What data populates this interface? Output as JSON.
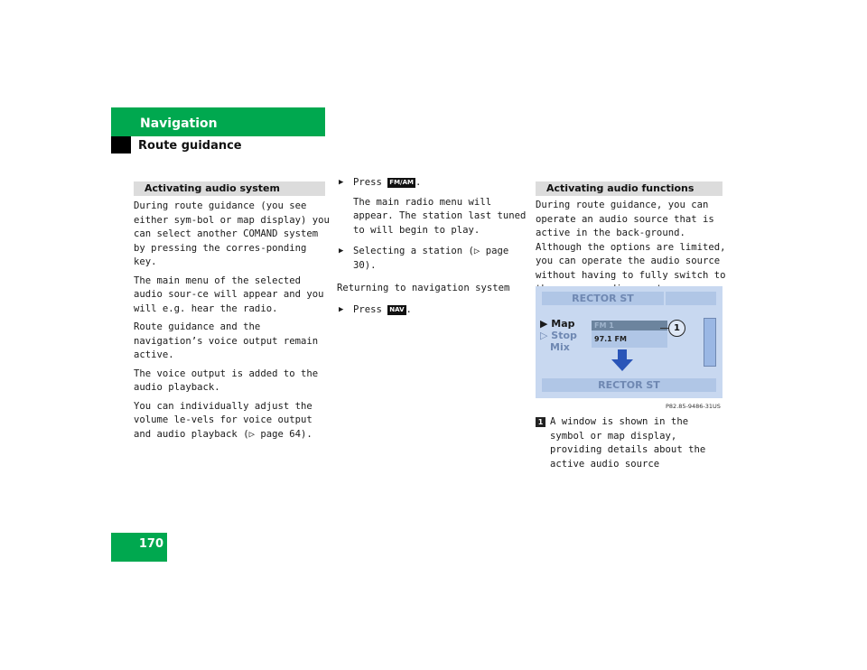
{
  "header": {
    "title": "Navigation",
    "subtitle": "Route guidance"
  },
  "page_number": "170",
  "col1": {
    "heading": "Activating audio system",
    "paragraphs": [
      "During route guidance (you see either sym-bol or map display) you can select another COMAND system by pressing the corres-ponding key.",
      "The main menu of the selected audio sour-ce will appear and you will e.g. hear the radio.",
      "Route guidance and the navigation’s voice output remain active.",
      "The voice output is added to the audio playback.",
      "You can individually adjust the volume le-vels for voice output and audio playback"
    ],
    "page_ref": "(▷ page 64)."
  },
  "col2": {
    "step1_prefix": "Press",
    "key_fmam": "FM/AM",
    "step1_suffix": ".",
    "step1_detail": "The main radio menu will appear. The station last tuned to will begin to play.",
    "step2": "Selecting a station (▷ page 30).",
    "returning": "Returning to navigation system",
    "step3_prefix": "Press",
    "key_nav": "NAV",
    "step3_suffix": "."
  },
  "col3": {
    "heading": "Activating audio functions",
    "paragraph": "During route guidance, you can operate an audio source that is active in the back-ground. Although the options are limited, you can operate the audio source without having to fully switch to the corresponding system."
  },
  "screen": {
    "top_label": "RECTOR ST",
    "bottom_label": "RECTOR ST",
    "menu": [
      "▶ Map",
      "▷ Stop",
      "Mix"
    ],
    "band": "FM 1",
    "frequency": "97.1 FM",
    "callout": "1",
    "image_code": "P82.85-9486-31US"
  },
  "legend": {
    "number": "1",
    "text": "A window is shown in the symbol or map display, providing details about the active audio source"
  },
  "colors": {
    "green": "#00a84f",
    "screen_bg": "#c8d8f0"
  }
}
